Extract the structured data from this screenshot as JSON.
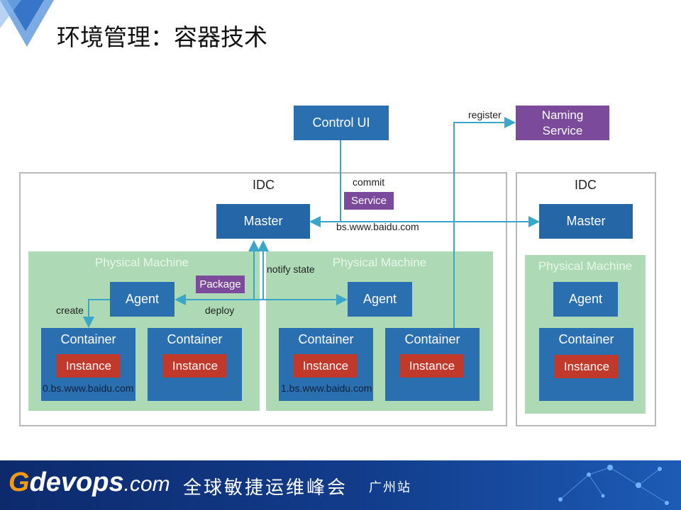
{
  "header": {
    "title": "环境管理：容器技术"
  },
  "diagram": {
    "control_ui": "Control UI",
    "naming_service": "Naming Service",
    "register": "register",
    "commit": "commit",
    "service": "Service",
    "bs_domain": "bs.www.baidu.com",
    "notify_state": "notify state",
    "package": "Package",
    "create": "create",
    "deploy": "deploy",
    "idc_left": {
      "label": "IDC",
      "master": "Master",
      "pm1": {
        "label": "Physical Machine",
        "agent": "Agent",
        "containers": [
          {
            "label": "Container",
            "instance": "Instance"
          },
          {
            "label": "Container",
            "instance": "Instance"
          }
        ],
        "domain": "0.bs.www.baidu.com"
      },
      "pm2": {
        "label": "Physical Machine",
        "agent": "Agent",
        "containers": [
          {
            "label": "Container",
            "instance": "Instance"
          },
          {
            "label": "Container",
            "instance": "Instance"
          }
        ],
        "domain": "1.bs.www.baidu.com"
      }
    },
    "idc_right": {
      "label": "IDC",
      "master": "Master",
      "pm": {
        "label": "Physical Machine",
        "agent": "Agent",
        "container": "Container",
        "instance": "Instance"
      }
    }
  },
  "footer": {
    "logo_g": "G",
    "logo_rest": "devops",
    "logo_com": ".com",
    "slogan": "全球敏捷运维峰会",
    "city": "广州站"
  },
  "colors": {
    "box_blue": "#2a6fb0",
    "service_purple": "#7b4a9b",
    "instance_red": "#c0392b",
    "machine_green": "#9fd3a8",
    "arrow": "#3aa6c9",
    "footer_bg": "#0d2a6d",
    "logo_orange": "#f39c12"
  },
  "icons": [
    "corner-triangle-logo",
    "network-dots-decoration"
  ]
}
